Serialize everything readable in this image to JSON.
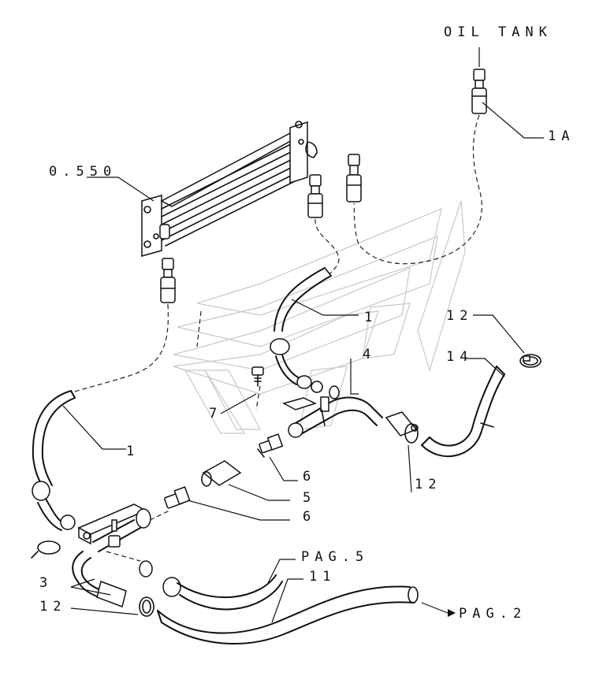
{
  "labels": {
    "oil_tank": "OIL TANK",
    "ref_1a": "1A",
    "ref_0550": "0.550",
    "ref_1_upper": "1",
    "ref_1_lower": "1",
    "ref_12_top": "12",
    "ref_14": "14",
    "ref_4": "4",
    "ref_7": "7",
    "ref_12_mid": "12",
    "ref_6_upper": "6",
    "ref_5": "5",
    "ref_6_lower": "6",
    "ref_pag5": "PAG.5",
    "ref_11": "11",
    "ref_3": "3",
    "ref_12_bottom": "12",
    "ref_pag2": "PAG.2"
  }
}
